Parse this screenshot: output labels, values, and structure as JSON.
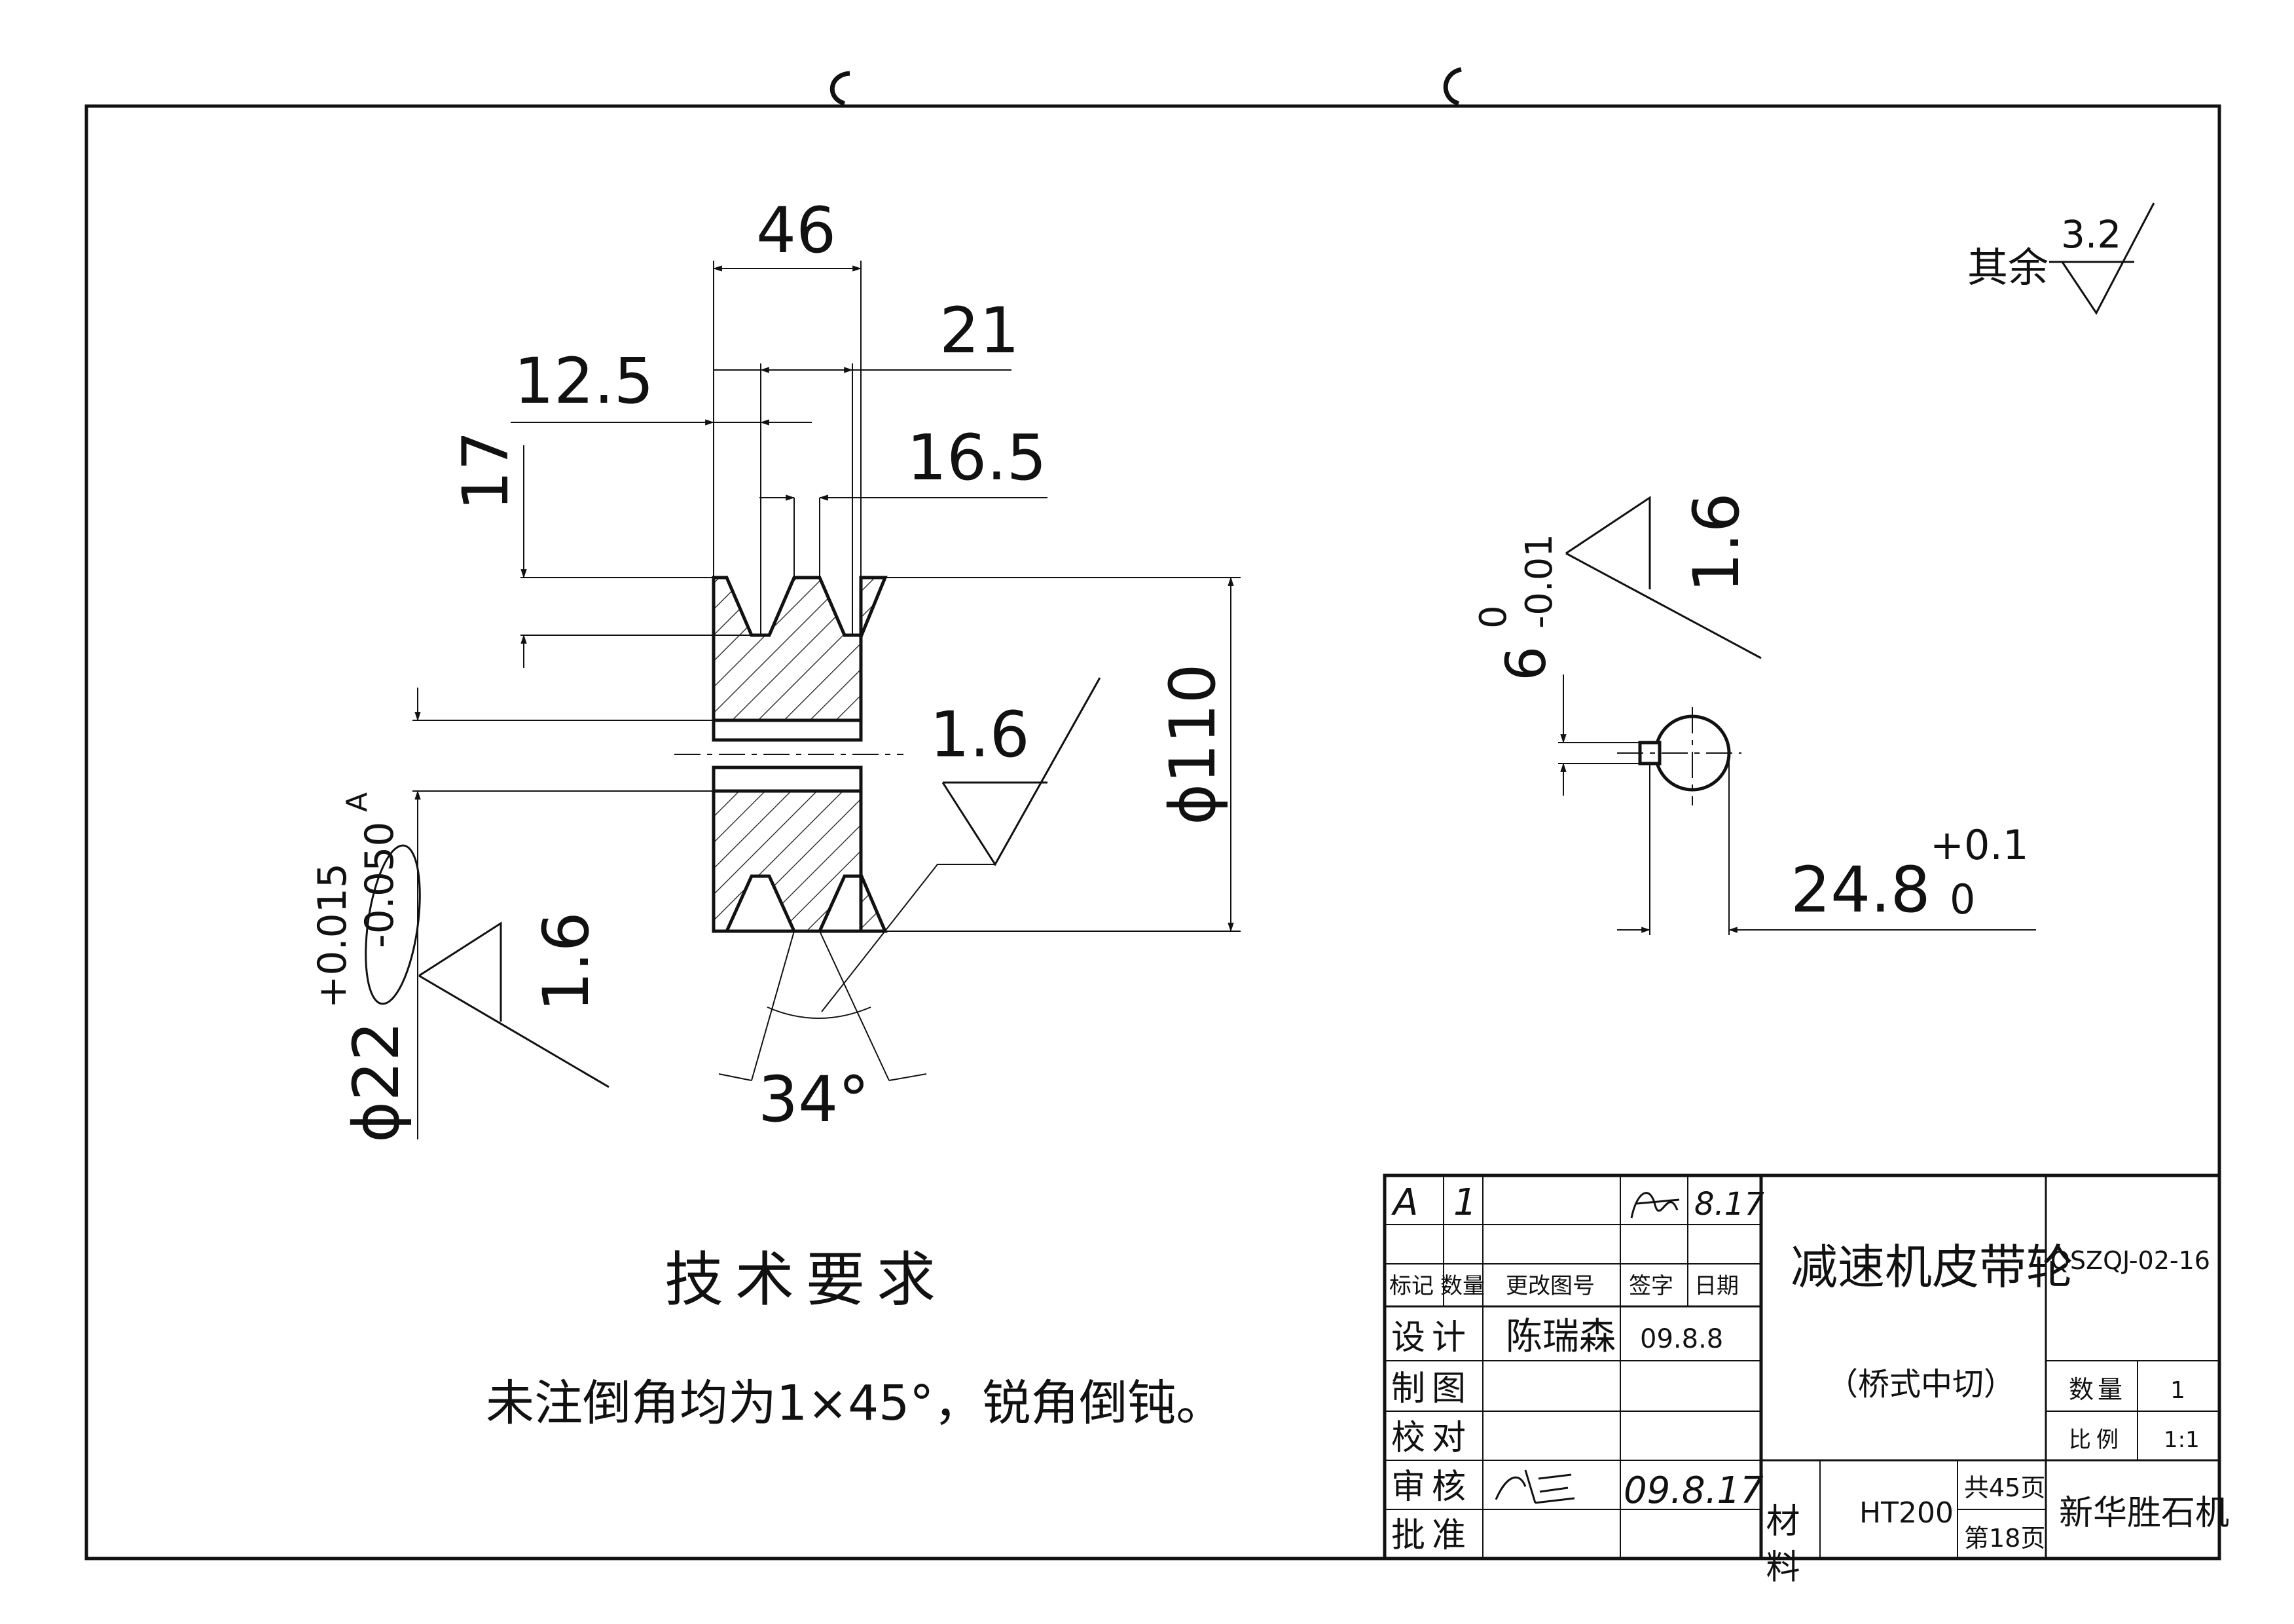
{
  "drawing": {
    "roughness": {
      "label": "其余",
      "value": "3.2"
    },
    "dimensions": {
      "width_total": "46",
      "groove_pitch": "21",
      "groove_offset": "12.5",
      "groove_top_width": "16.5",
      "groove_depth": "17",
      "outer_diameter": "ϕ110",
      "bore": {
        "nominal": "ϕ22",
        "upper": "+0.015",
        "lower": "-0.050"
      },
      "bore_roughness": "1.6",
      "groove_roughness": "1.6",
      "groove_angle": "34°",
      "key_width": {
        "nominal": "6",
        "upper": "0",
        "lower": "-0.01"
      },
      "key_roughness": "1.6",
      "key_depth": {
        "nominal": "24.8",
        "upper": "+0.1",
        "lower": "0"
      }
    },
    "tech_requirements": {
      "title": "技术要求",
      "text": "未注倒角均为1×45°，锐角倒钝。"
    }
  },
  "title_block": {
    "revision_row": {
      "mark": "A",
      "count": "1",
      "change_doc": "",
      "signature": "",
      "date": "8.17"
    },
    "headers": {
      "mark": "标记",
      "count": "数量",
      "change_doc": "更改图号",
      "sign": "签字",
      "date": "日期"
    },
    "rows": [
      {
        "role": "设计",
        "name": "陈瑞森",
        "date": "09.8.8"
      },
      {
        "role": "制图",
        "name": "",
        "date": ""
      },
      {
        "role": "校对",
        "name": "",
        "date": ""
      },
      {
        "role": "审核",
        "name": "",
        "date": "09.8.17"
      },
      {
        "role": "批准",
        "name": "",
        "date": ""
      }
    ],
    "part_name": "减速机皮带轮",
    "part_note": "（桥式中切）",
    "drawing_number": "QSZQJ-02-16",
    "quantity_label": "数量",
    "quantity": "1",
    "scale_label": "比例",
    "scale": "1:1",
    "material_label": "材料",
    "material": "HT200",
    "total_pages": "共45页",
    "page_no": "第18页",
    "company": "新华胜石机"
  }
}
